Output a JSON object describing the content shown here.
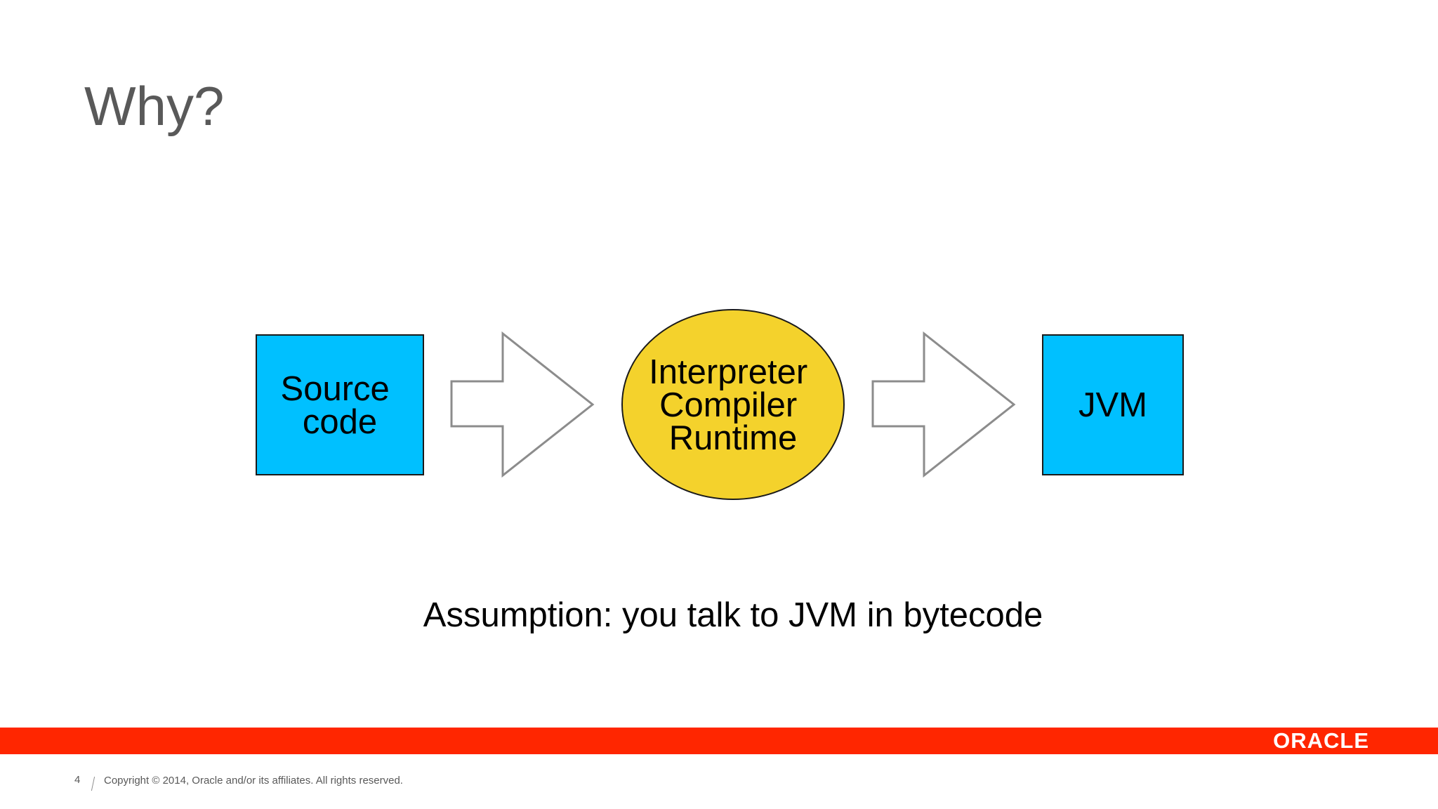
{
  "slide": {
    "title": "Why?",
    "subtitle": "Assumption: you talk to JVM in bytecode"
  },
  "diagram": {
    "nodes": [
      {
        "id": "source",
        "shape": "rectangle",
        "lines": [
          "Source",
          "code"
        ],
        "fill": "#00c0ff"
      },
      {
        "id": "vm",
        "shape": "ellipse",
        "lines": [
          "Interpreter",
          "Compiler",
          "Runtime"
        ],
        "fill": "#f4d22c"
      },
      {
        "id": "jvm",
        "shape": "rectangle",
        "lines": [
          "JVM"
        ],
        "fill": "#00c0ff"
      }
    ],
    "edges": [
      {
        "from": "source",
        "to": "vm",
        "style": "hollow-block-arrow"
      },
      {
        "from": "vm",
        "to": "jvm",
        "style": "hollow-block-arrow"
      }
    ]
  },
  "footer": {
    "page_number": "4",
    "copyright": "Copyright © 2014, Oracle and/or its affiliates. All rights reserved.",
    "logo_text": "ORACLE",
    "bar_color": "#ff2600"
  }
}
